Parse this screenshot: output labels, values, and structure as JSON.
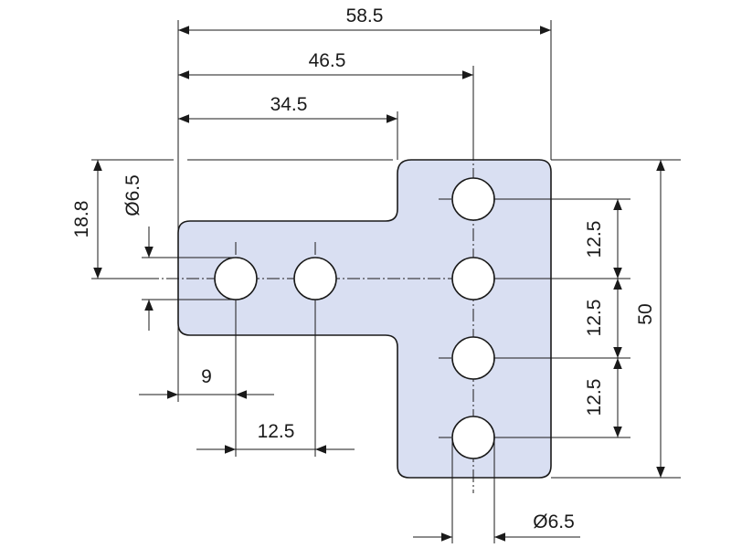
{
  "diagram": {
    "colors": {
      "plate_fill": "#d9dff2",
      "outline": "#1a1a1a",
      "hole_fill": "#ffffff"
    },
    "dimensions": {
      "overall_width": "58.5",
      "to_hole_column": "46.5",
      "to_step": "34.5",
      "arm_height": "18.8",
      "hole_diameter_left": "Ø6.5",
      "hole_pitch_1": "12.5",
      "hole_pitch_2": "12.5",
      "hole_pitch_3": "12.5",
      "overall_height": "50",
      "edge_to_hole": "9",
      "hole_spacing_horizontal": "12.5",
      "hole_diameter_bottom": "Ø6.5"
    }
  }
}
